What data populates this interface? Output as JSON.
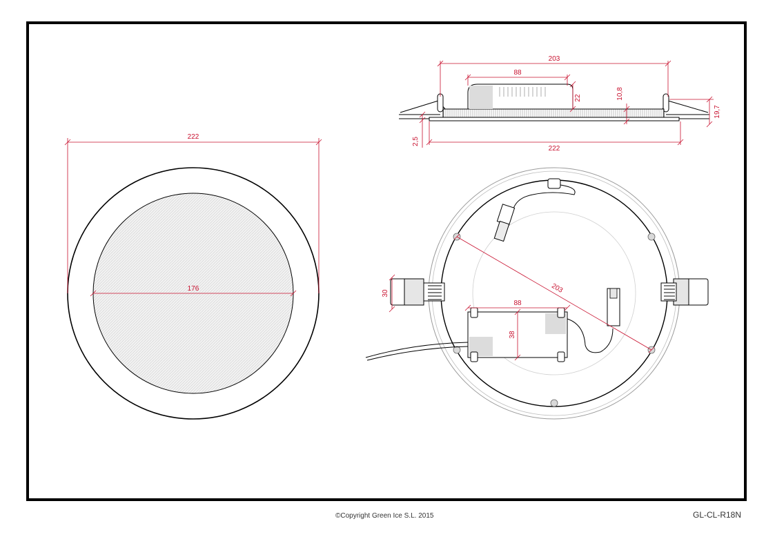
{
  "footer": {
    "copyright": "©Copyright Green Ice S.L. 2015",
    "model_code": "GL-CL-R18N"
  },
  "front_view": {
    "outer_diameter": "222",
    "panel_diameter": "176"
  },
  "side_view": {
    "top_width": "203",
    "driver_width": "88",
    "driver_height": "22",
    "panel_height": "10,8",
    "total_height": "19,7",
    "flange_thickness": "2,5",
    "bottom_width": "222"
  },
  "back_view": {
    "spring_height": "30",
    "driver_width": "88",
    "driver_height": "38",
    "diagonal": "203"
  },
  "colors": {
    "dimension": "#c8102e",
    "line": "#000000",
    "hatch": "#cfcfcf"
  }
}
